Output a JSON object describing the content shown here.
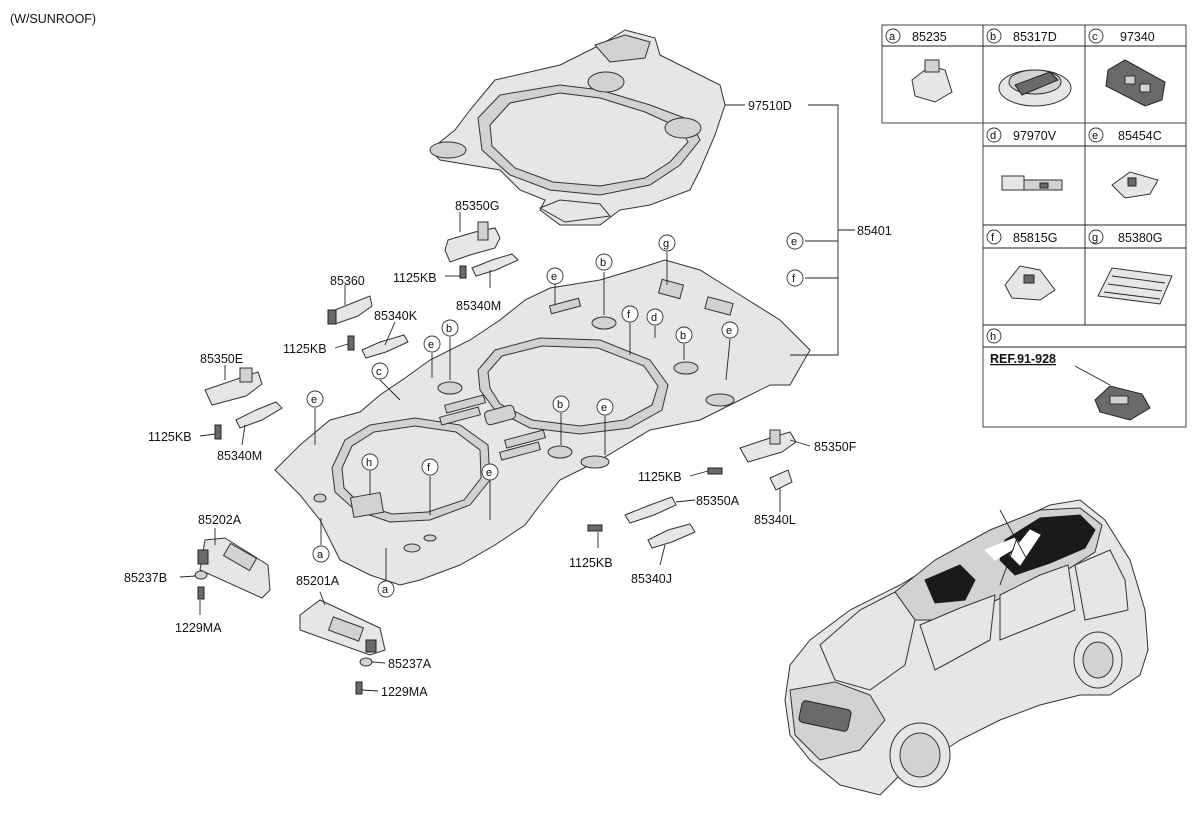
{
  "header_note": "(W/SUNROOF)",
  "part_labels": {
    "headlining_upper": "97510D",
    "headlining_assy": "85401",
    "bracket_85350G": "85350G",
    "bolt_1": "1125KB",
    "handle_85340M_1": "85340M",
    "bracket_85360": "85360",
    "handle_85340K": "85340K",
    "bolt_2": "1125KB",
    "bracket_85350E": "85350E",
    "bolt_3": "1125KB",
    "handle_85340M_2": "85340M",
    "bracket_85350F": "85350F",
    "bolt_4": "1125KB",
    "handle_85340L": "85340L",
    "bracket_85350A": "85350A",
    "bolt_5": "1125KB",
    "handle_85340J": "85340J",
    "visor_85202A": "85202A",
    "holder_85237B": "85237B",
    "screw_1229MA_1": "1229MA",
    "visor_85201A": "85201A",
    "holder_85237A": "85237A",
    "screw_1229MA_2": "1229MA"
  },
  "callout_letters": {
    "a": "a",
    "b": "b",
    "c": "c",
    "d": "d",
    "e": "e",
    "f": "f",
    "g": "g",
    "h": "h"
  },
  "legend_table": [
    {
      "letter": "a",
      "part": "85235"
    },
    {
      "letter": "b",
      "part": "85317D"
    },
    {
      "letter": "c",
      "part": "97340"
    },
    {
      "letter": "d",
      "part": "97970V"
    },
    {
      "letter": "e",
      "part": "85454C"
    },
    {
      "letter": "f",
      "part": "85815G"
    },
    {
      "letter": "g",
      "part": "85380G"
    },
    {
      "letter": "h",
      "part": "",
      "ref": "REF.91-928"
    }
  ],
  "colors": {
    "line": "#222222",
    "part_fill": "#e6e6e6",
    "shade_fill": "#d2d2d2",
    "sunroof_glass": "#1a1a1a"
  }
}
